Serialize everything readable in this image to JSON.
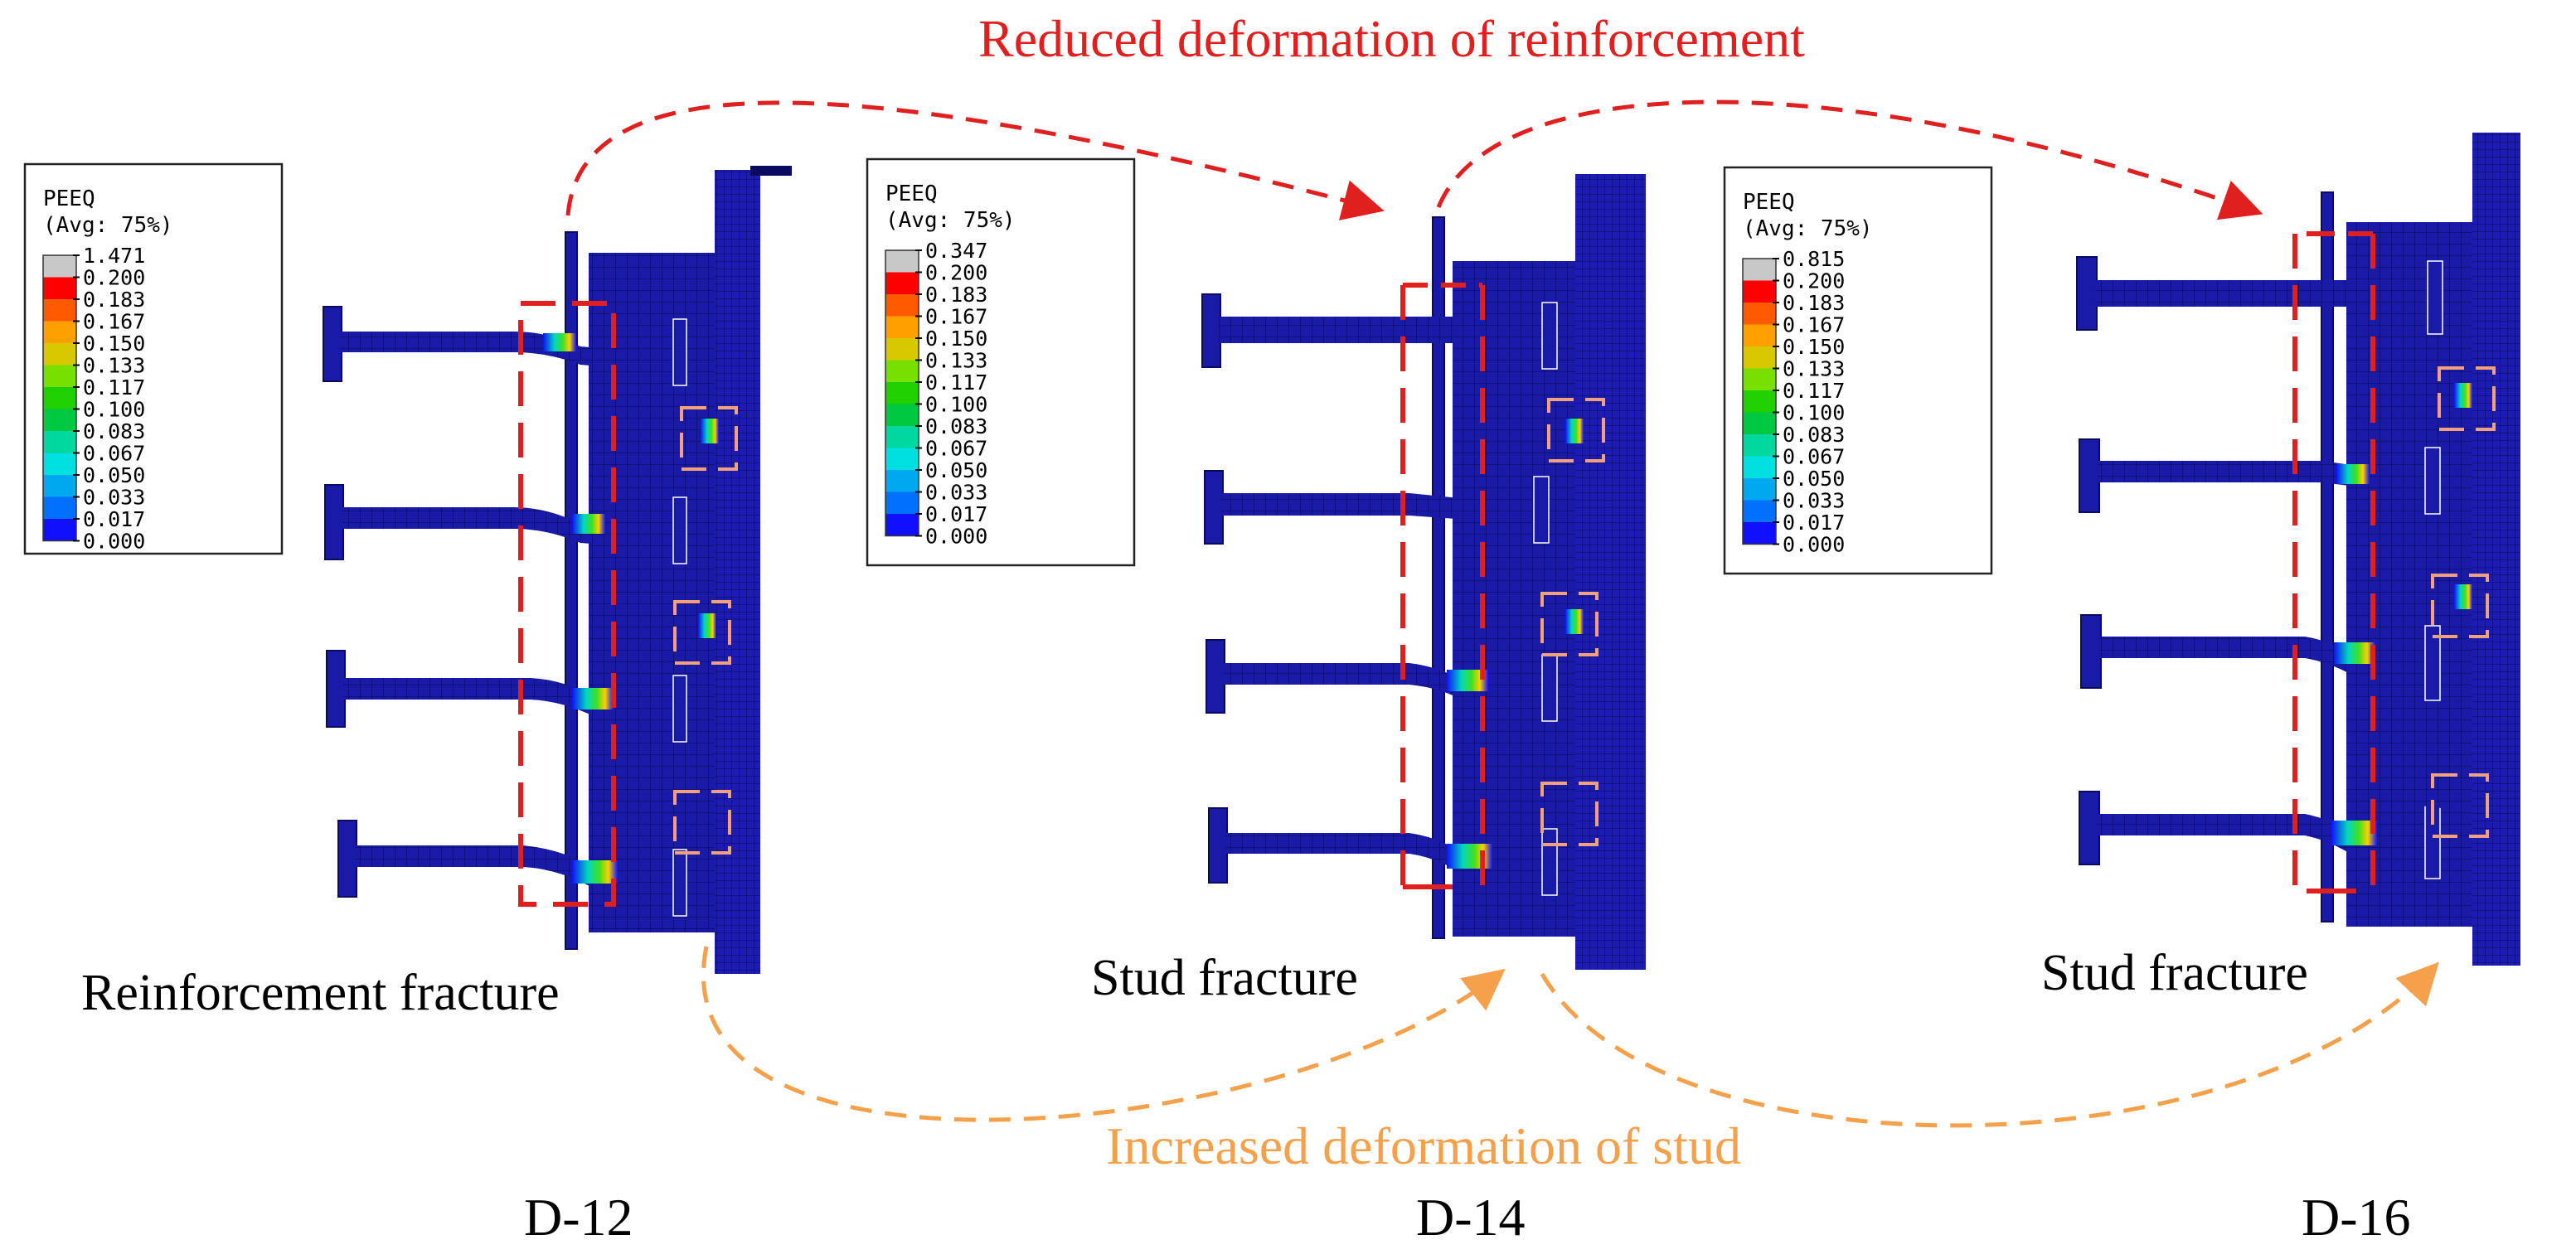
{
  "annotations": {
    "top_label": "Reduced deformation of reinforcement",
    "bottom_label": "Increased deformation of stud",
    "top_color": "#e0201e",
    "bottom_color": "#f5a04a"
  },
  "colors": {
    "mesh_blue": "#1a1aa8",
    "mesh_dark": "#0c0c6a",
    "highlight_box": "#f4a07a",
    "dash_box": "#e0201e"
  },
  "legend_scale": [
    "#c8c8c8",
    "#ff0000",
    "#ff5a00",
    "#ffa000",
    "#d8c800",
    "#78e000",
    "#20d000",
    "#00c840",
    "#00d8a0",
    "#00e0e0",
    "#00a8f0",
    "#0070ff",
    "#1010ff"
  ],
  "panels": [
    {
      "id": "d12",
      "title": "D-12",
      "fracture_label": "Reinforcement fracture",
      "legend": {
        "title": "PEEQ",
        "subtitle": "(Avg: 75%)",
        "values": [
          "1.471",
          "0.200",
          "0.183",
          "0.167",
          "0.150",
          "0.133",
          "0.117",
          "0.100",
          "0.083",
          "0.067",
          "0.050",
          "0.033",
          "0.017",
          "0.000"
        ]
      }
    },
    {
      "id": "d14",
      "title": "D-14",
      "fracture_label": "Stud fracture",
      "legend": {
        "title": "PEEQ",
        "subtitle": "(Avg: 75%)",
        "values": [
          "0.347",
          "0.200",
          "0.183",
          "0.167",
          "0.150",
          "0.133",
          "0.117",
          "0.100",
          "0.083",
          "0.067",
          "0.050",
          "0.033",
          "0.017",
          "0.000"
        ]
      }
    },
    {
      "id": "d16",
      "title": "D-16",
      "fracture_label": "Stud fracture",
      "legend": {
        "title": "PEEQ",
        "subtitle": "(Avg: 75%)",
        "values": [
          "0.815",
          "0.200",
          "0.183",
          "0.167",
          "0.150",
          "0.133",
          "0.117",
          "0.100",
          "0.083",
          "0.067",
          "0.050",
          "0.033",
          "0.017",
          "0.000"
        ]
      }
    }
  ]
}
